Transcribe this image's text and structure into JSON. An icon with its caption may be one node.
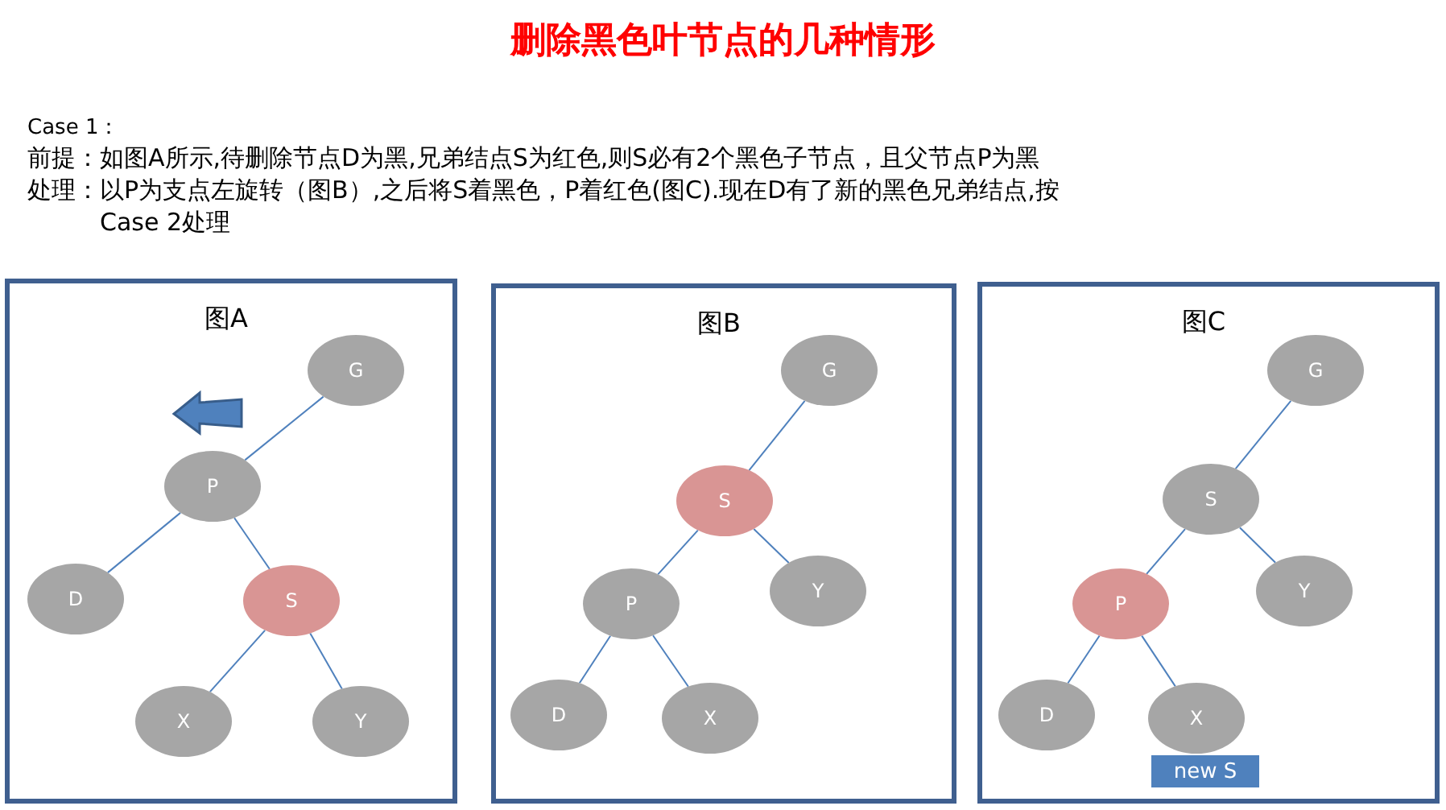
{
  "diagram": {
    "title": "删除黑色叶节点的几种情形",
    "nodes": [
      {
        "text": [
          "图A"
        ]
      },
      {
        "text": [
          "G"
        ],
        "in": 0
      },
      {
        "text": [
          "P"
        ],
        "in": 0
      },
      {
        "text": [
          "D"
        ],
        "in": 0
      },
      {
        "text": [
          "S"
        ],
        "in": 0
      },
      {
        "text": [
          "X"
        ],
        "in": 0
      },
      {
        "text": [
          "Y"
        ],
        "in": 0
      },
      {
        "text": [
          "图B"
        ]
      },
      {
        "text": [
          "G"
        ],
        "in": 7
      },
      {
        "text": [
          "S"
        ],
        "in": 7
      },
      {
        "text": [
          "P"
        ],
        "in": 7
      },
      {
        "text": [
          "Y"
        ],
        "in": 7
      },
      {
        "text": [
          "D"
        ],
        "in": 7
      },
      {
        "text": [
          "X"
        ],
        "in": 7
      },
      {
        "text": [
          "图C"
        ]
      },
      {
        "text": [
          "G"
        ],
        "in": 14
      },
      {
        "text": [
          "S"
        ],
        "in": 14
      },
      {
        "text": [
          "P"
        ],
        "in": 14
      },
      {
        "text": [
          "Y"
        ],
        "in": 14
      },
      {
        "text": [
          "D"
        ],
        "in": 14
      },
      {
        "text": [
          "X"
        ],
        "in": 14
      },
      {
        "text": [
          "new S"
        ],
        "in": 14
      }
    ],
    "edges": [
      {
        "from": 1,
        "to": 2,
        "arrow": "none"
      },
      {
        "from": 2,
        "to": 3,
        "arrow": "none"
      },
      {
        "from": 2,
        "to": 4,
        "arrow": "none"
      },
      {
        "from": 4,
        "to": 5,
        "arrow": "none"
      },
      {
        "from": 4,
        "to": 6,
        "arrow": "none"
      },
      {
        "from": 8,
        "to": 9,
        "arrow": "none"
      },
      {
        "from": 9,
        "to": 10,
        "arrow": "none"
      },
      {
        "from": 9,
        "to": 11,
        "arrow": "none"
      },
      {
        "from": 10,
        "to": 12,
        "arrow": "none"
      },
      {
        "from": 10,
        "to": 13,
        "arrow": "none"
      },
      {
        "from": 15,
        "to": 16,
        "arrow": "none"
      },
      {
        "from": 16,
        "to": 17,
        "arrow": "none"
      },
      {
        "from": 16,
        "to": 18,
        "arrow": "none"
      },
      {
        "from": 17,
        "to": 19,
        "arrow": "none"
      },
      {
        "from": 17,
        "to": 20,
        "arrow": "none"
      }
    ],
    "labels": [
      "Case 1：",
      "前提：如图A所示,待删除节点D为黑,兄弟结点S为红色,则S必有2个黑色子节点，且父节点P为黑",
      "处理：以P为支点左旋转（图B）,之后将S着黑色，P着红色(图C).现在D有了新的黑色兄弟结点,按Case 2处理"
    ]
  }
}
